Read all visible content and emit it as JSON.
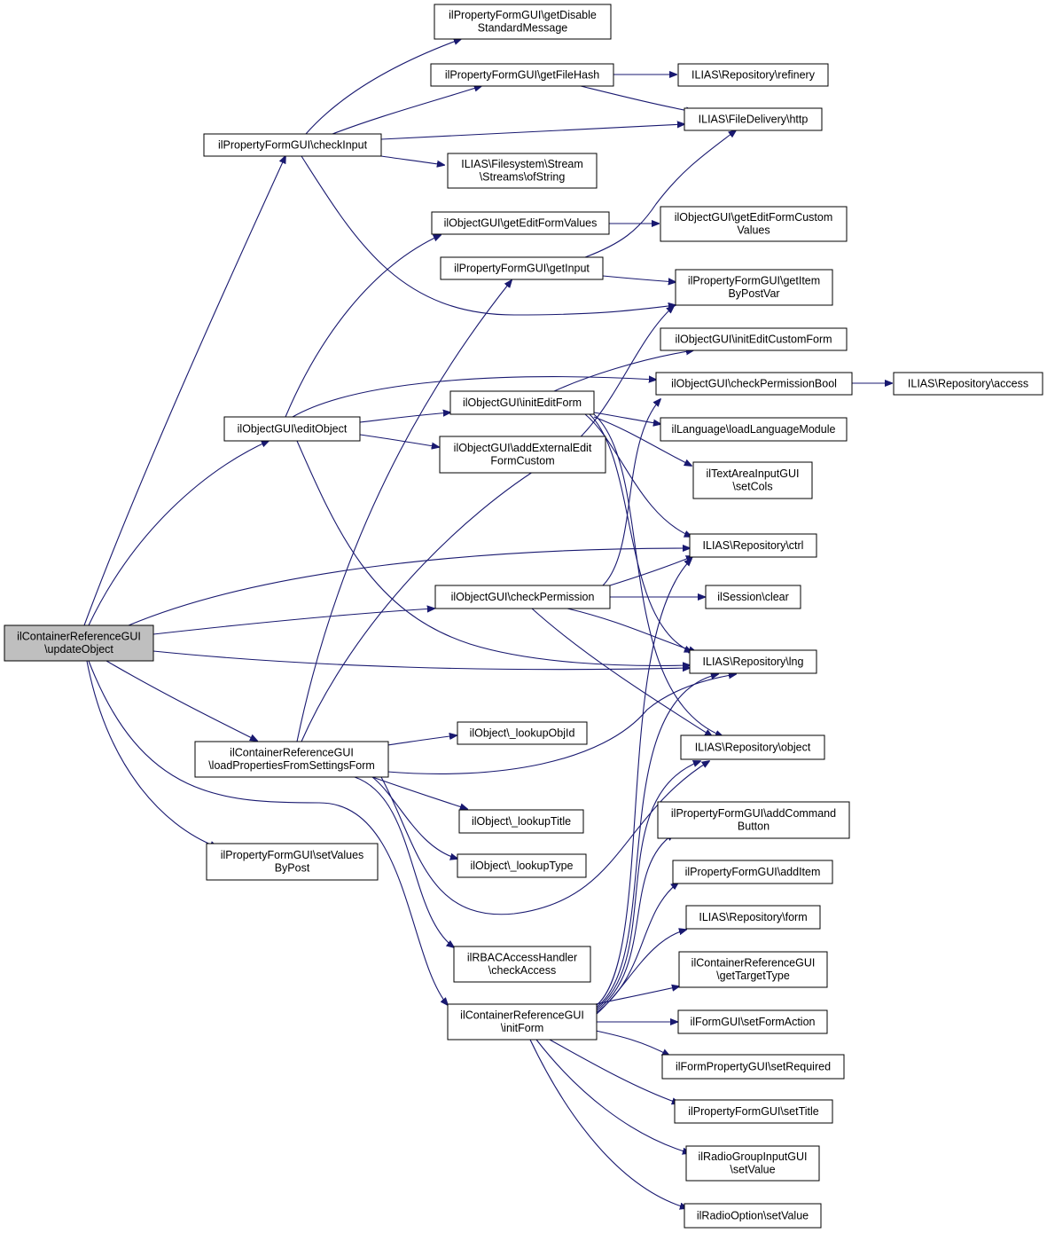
{
  "colors": {
    "edge": "#191970",
    "root_fill": "#bfbfbf",
    "node_fill": "#ffffff",
    "border": "#000000"
  },
  "nodes": {
    "root": [
      "ilContainerReferenceGUI",
      "\\updateObject"
    ],
    "disable_msg": [
      "ilPropertyFormGUI\\getDisable",
      "StandardMessage"
    ],
    "file_hash": [
      "ilPropertyFormGUI\\getFileHash"
    ],
    "refinery": [
      "ILIAS\\Repository\\refinery"
    ],
    "http": [
      "ILIAS\\FileDelivery\\http"
    ],
    "check_input": [
      "ilPropertyFormGUI\\checkInput"
    ],
    "of_string": [
      "ILIAS\\Filesystem\\Stream",
      "\\Streams\\ofString"
    ],
    "get_edit_form_values": [
      "ilObjectGUI\\getEditFormValues"
    ],
    "get_edit_form_custom_values": [
      "ilObjectGUI\\getEditFormCustom",
      "Values"
    ],
    "get_input": [
      "ilPropertyFormGUI\\getInput"
    ],
    "get_item_by_post_var": [
      "ilPropertyFormGUI\\getItem",
      "ByPostVar"
    ],
    "init_edit_custom_form": [
      "ilObjectGUI\\initEditCustomForm"
    ],
    "check_permission_bool": [
      "ilObjectGUI\\checkPermissionBool"
    ],
    "repo_access": [
      "ILIAS\\Repository\\access"
    ],
    "init_edit_form": [
      "ilObjectGUI\\initEditForm"
    ],
    "edit_object": [
      "ilObjectGUI\\editObject"
    ],
    "load_language_module": [
      "ilLanguage\\loadLanguageModule"
    ],
    "add_external_edit_form_custom": [
      "ilObjectGUI\\addExternalEdit",
      "FormCustom"
    ],
    "set_cols": [
      "ilTextAreaInputGUI",
      "\\setCols"
    ],
    "repo_ctrl": [
      "ILIAS\\Repository\\ctrl"
    ],
    "check_permission": [
      "ilObjectGUI\\checkPermission"
    ],
    "session_clear": [
      "ilSession\\clear"
    ],
    "repo_lng": [
      "ILIAS\\Repository\\lng"
    ],
    "lookup_obj_id": [
      "ilObject\\_lookupObjId"
    ],
    "load_props": [
      "ilContainerReferenceGUI",
      "\\loadPropertiesFromSettingsForm"
    ],
    "repo_object": [
      "ILIAS\\Repository\\object"
    ],
    "add_command_button": [
      "ilPropertyFormGUI\\addCommand",
      "Button"
    ],
    "lookup_title": [
      "ilObject\\_lookupTitle"
    ],
    "set_values_by_post": [
      "ilPropertyFormGUI\\setValues",
      "ByPost"
    ],
    "lookup_type": [
      "ilObject\\_lookupType"
    ],
    "add_item": [
      "ilPropertyFormGUI\\addItem"
    ],
    "repo_form": [
      "ILIAS\\Repository\\form"
    ],
    "rbac_check_access": [
      "ilRBACAccessHandler",
      "\\checkAccess"
    ],
    "get_target_type": [
      "ilContainerReferenceGUI",
      "\\getTargetType"
    ],
    "init_form": [
      "ilContainerReferenceGUI",
      "\\initForm"
    ],
    "set_form_action": [
      "ilFormGUI\\setFormAction"
    ],
    "set_required": [
      "ilFormPropertyGUI\\setRequired"
    ],
    "set_title": [
      "ilPropertyFormGUI\\setTitle"
    ],
    "radio_group_set_value": [
      "ilRadioGroupInputGUI",
      "\\setValue"
    ],
    "radio_option_set_value": [
      "ilRadioOption\\setValue"
    ]
  }
}
